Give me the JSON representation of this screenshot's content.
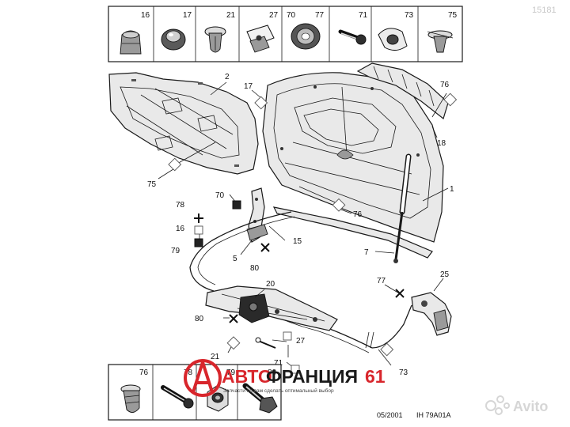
{
  "catalog_ref": "15181",
  "top_strip_labels": [
    "16",
    "17",
    "21",
    "27",
    "70",
    "77",
    "71",
    "73",
    "75"
  ],
  "bottom_strip_labels": [
    "76",
    "78",
    "79",
    "80"
  ],
  "callouts": {
    "c2": "2",
    "c17": "17",
    "c76": "76",
    "c18": "18",
    "c75": "75",
    "c1": "1",
    "c70": "70",
    "c76b": "76",
    "c78": "78",
    "c16": "16",
    "c15": "15",
    "c79": "79",
    "c5": "5",
    "c7": "7",
    "c80": "80",
    "c20": "20",
    "c77": "77",
    "c25": "25",
    "c80b": "80",
    "c27": "27",
    "c21": "21",
    "c71": "71",
    "c73": "73"
  },
  "footer": {
    "date": "05/2001",
    "ref": "IH 79A01A"
  },
  "watermark": {
    "brand": "АВТОФРАНЦИЯ61",
    "brand_part1": "АВТО",
    "brand_part2": "ФРАНЦИЯ",
    "brand_part3": "61",
    "tagline": "Запчасти по вам сделать оптимальный выбор",
    "accent": "#d8262c"
  },
  "avito": {
    "label": "Avito"
  }
}
